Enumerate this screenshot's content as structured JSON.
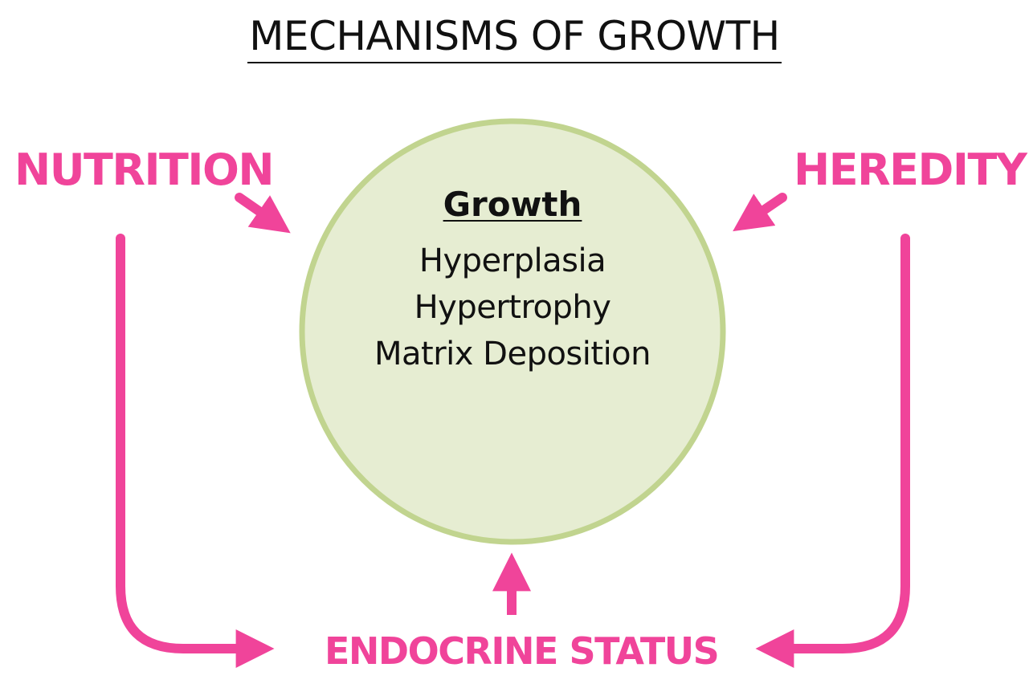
{
  "title": "MECHANISMS OF GROWTH",
  "factors": {
    "left": "NUTRITION",
    "right": "HEREDITY",
    "bottom": "ENDOCRINE STATUS"
  },
  "center": {
    "heading": "Growth",
    "mechanisms": [
      "Hyperplasia",
      "Hypertrophy",
      "Matrix Deposition"
    ]
  },
  "colors": {
    "accent": "#f0449a",
    "circle_fill": "#e6edd2",
    "circle_stroke": "#c1d48f",
    "text": "#111111"
  }
}
